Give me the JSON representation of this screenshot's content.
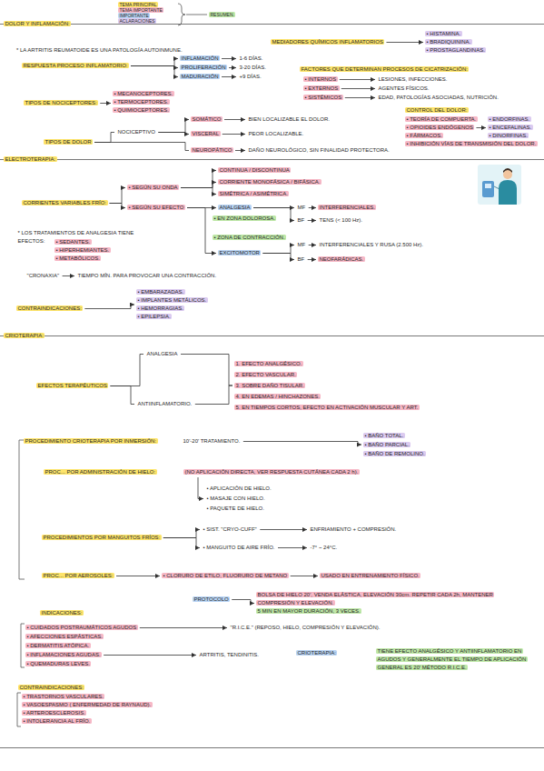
{
  "diagram": {
    "nodes": [
      {
        "text": [
          "DOLOR Y INFLAMACIÓN:"
        ]
      },
      {
        "text": [
          "MEDIADORES QUÍMICOS INFLAMATORIOS"
        ]
      },
      {
        "text": [
          "• HISTAMINA.",
          "• BRADIQUININA.",
          "• PROSTAGLANDINAS."
        ]
      },
      {
        "text": [
          "RESPUESTA PROCESO INFLAMATORIO:"
        ]
      },
      {
        "text": [
          "INFLAMACIÓN"
        ]
      },
      {
        "text": [
          "1-6 DÍAS."
        ]
      },
      {
        "text": [
          "PROLIFERACIÓN"
        ]
      },
      {
        "text": [
          "3-20 DÍAS."
        ]
      },
      {
        "text": [
          "MADURACIÓN"
        ]
      },
      {
        "text": [
          "+9 DÍAS."
        ]
      },
      {
        "text": [
          "FACTORES QUE DETERMINAN PROCESOS DE CICATRIZACIÓN:"
        ]
      },
      {
        "text": [
          "• INTERNOS"
        ]
      },
      {
        "text": [
          "LESIONES, INFECCIONES."
        ]
      },
      {
        "text": [
          "• EXTERNOS"
        ]
      },
      {
        "text": [
          "AGENTES FÍSICOS."
        ]
      },
      {
        "text": [
          "• SISTÉMICOS"
        ]
      },
      {
        "text": [
          "EDAD, PATOLOGÍAS ASOCIADAS, NUTRICIÓN."
        ]
      },
      {
        "text": [
          "TIPOS DE NOCICEPTORES:"
        ]
      },
      {
        "text": [
          "• MECANOCEPTORES.",
          "• TERMOCEPTORES.",
          "• QUIMIOCEPTORES."
        ]
      },
      {
        "text": [
          "CONTROL DEL DOLOR:"
        ]
      },
      {
        "text": [
          "• TEORÍA DE COMPUERTA."
        ]
      },
      {
        "text": [
          "• OPIOIDES ENDÓGENOS"
        ]
      },
      {
        "text": [
          "• ENDORFINAS.",
          "• ENCEFALINAS.",
          "• DINORFINAS."
        ]
      },
      {
        "text": [
          "• FÁRMACOS."
        ]
      },
      {
        "text": [
          "• INHIBICIÓN VÍAS DE TRANSMISIÓN DEL DOLOR."
        ]
      },
      {
        "text": [
          "TIPOS DE DOLOR"
        ]
      },
      {
        "text": [
          "NOCICEPTIVO"
        ]
      },
      {
        "text": [
          "SOMÁTICO"
        ]
      },
      {
        "text": [
          "BIEN LOCALIZABLE EL DOLOR."
        ]
      },
      {
        "text": [
          "VISCERAL"
        ]
      },
      {
        "text": [
          "PEOR LOCALIZABLE."
        ]
      },
      {
        "text": [
          "NEUROPÁTICO"
        ]
      },
      {
        "text": [
          "DAÑO NEUROLÓGICO, SIN FINALIDAD PROTECTORA."
        ]
      },
      {
        "text": [
          "ELECTROTERAPIA:"
        ]
      },
      {
        "text": [
          "CORRIENTES VARIABLES FRÍO:"
        ]
      },
      {
        "text": [
          "• SEGÚN SU ONDA"
        ]
      },
      {
        "text": [
          "• SEGÚN SU EFECTO"
        ]
      },
      {
        "text": [
          "CONTINUA / DISCONTINUA"
        ]
      },
      {
        "text": [
          "CORRIENTE MONOFÁSICA / BIFÁSICA."
        ]
      },
      {
        "text": [
          "SIMÉTRICA / ASIMÉTRICA."
        ]
      },
      {
        "text": [
          "ANALGESIA"
        ]
      },
      {
        "text": [
          "• EN ZONA DOLOROSA."
        ]
      },
      {
        "text": [
          "MF"
        ]
      },
      {
        "text": [
          "INTERFERENCIALES."
        ]
      },
      {
        "text": [
          "BF"
        ]
      },
      {
        "text": [
          "TENS (< 100 Hz)."
        ]
      },
      {
        "text": [
          "• ZONA DE CONTRACCIÓN."
        ]
      },
      {
        "text": [
          "EXCITOMOTOR"
        ]
      },
      {
        "text": [
          "MF"
        ]
      },
      {
        "text": [
          "INTERFERENCIALES Y RUSA (2.500 Hz)."
        ]
      },
      {
        "text": [
          "BF"
        ]
      },
      {
        "text": [
          "NEOFARÁDICAS."
        ]
      },
      {
        "text": [
          "* LOS TRATAMIENTOS DE ANALGESIA TIENE EFECTOS:"
        ]
      },
      {
        "text": [
          "• SEDANTES.",
          "• HIPERHEMIANTES.",
          "• METABÓLICOS."
        ]
      },
      {
        "text": [
          "\"CRONAXIA\""
        ]
      },
      {
        "text": [
          "TIEMPO MÍN. PARA PROVOCAR UNA CONTRACCIÓN."
        ]
      },
      {
        "text": [
          "CONTRAINDICACIONES:"
        ]
      },
      {
        "text": [
          "• EMBARAZADAS.",
          "• IMPLANTES METÁLICOS.",
          "• HEMORRAGIAS.",
          "• EPILEPSIA."
        ]
      },
      {
        "text": [
          "CRIOTERAPIA:"
        ]
      },
      {
        "text": [
          "EFECTOS TERAPÉUTICOS"
        ]
      },
      {
        "text": [
          "ANALGESIA"
        ]
      },
      {
        "text": [
          "ANTIINFLAMATORIO."
        ]
      },
      {
        "text": [
          "1. EFECTO ANALGÉSICO.",
          "2. EFECTO VASCULAR.",
          "3. SOBRE DAÑO TISULAR.",
          "4. EN EDEMAS / HINCHAZONES.",
          "5. EN TIEMPOS CORTOS, EFECTO EN ACTIVACIÓN MUSCULAR Y ART."
        ]
      },
      {
        "text": [
          "PROCEDIMIENTO CRIOTERAPIA POR INMERSIÓN:"
        ]
      },
      {
        "text": [
          "10'-20' TRATAMIENTO."
        ]
      },
      {
        "text": [
          "• BAÑO TOTAL.",
          "• BAÑO PARCIAL.",
          "• BAÑO DE REMOLINO."
        ]
      },
      {
        "text": [
          "PROC... POR ADMINISTRACIÓN DE HIELO:"
        ]
      },
      {
        "text": [
          "(NO APLICACIÓN DIRECTA, VER RESPUESTA CUTÁNEA CADA 2 h)."
        ]
      },
      {
        "text": [
          "• APLICACIÓN DE HIELO.",
          "• MASAJE CON HIELO.",
          "• PAQUETE DE HIELO."
        ]
      },
      {
        "text": [
          "PROCEDIMIENTOS POR MANGUITOS FRÍOS:"
        ]
      },
      {
        "text": [
          "• SIST. \"CRYO-CUFF\""
        ]
      },
      {
        "text": [
          "ENFRIAMIENTO + COMPRESIÓN."
        ]
      },
      {
        "text": [
          "• MANGUITO DE AIRE FRÍO."
        ]
      },
      {
        "text": [
          "-7° ~ 24°C."
        ]
      },
      {
        "text": [
          "PROC... POR AEROSOLES:"
        ]
      },
      {
        "text": [
          "• CLORURO DE ETILO, FLUORURO DE METANO"
        ]
      },
      {
        "text": [
          "USADO EN ENTRENAMIENTO FÍSICO."
        ]
      },
      {
        "text": [
          "PROTOCOLO"
        ]
      },
      {
        "text": [
          "BOLSA DE HIELO 20', VENDA ELÁSTICA, ELEVACIÓN 30cm. REPETIR CADA 2h, MANTENER COMPRESIÓN Y ELEVACIÓN.",
          "5 MIN EN MAYOR DURACIÓN, 3 VECES."
        ]
      },
      {
        "text": [
          "INDICACIONES:"
        ]
      },
      {
        "text": [
          "• CUIDADOS POSTRAUMÁTICOS AGUDOS"
        ]
      },
      {
        "text": [
          "\"R.I.C.E.\" (REPOSO, HIELO, COMPRESIÓN Y ELEVACIÓN)."
        ]
      },
      {
        "text": [
          "• AFECCIONES ESPÁSTICAS."
        ]
      },
      {
        "text": [
          "• DERMATITIS ATÓPICA."
        ]
      },
      {
        "text": [
          "• INFLAMACIONES AGUDAS."
        ]
      },
      {
        "text": [
          "ARTRITIS, TENDINITIS."
        ]
      },
      {
        "text": [
          "• QUEMADURAS LEVES."
        ]
      },
      {
        "text": [
          "CRIOTERAPIA:"
        ]
      },
      {
        "text": [
          "TIENE EFECTO ANALGÉSICO Y ANTIINFLAMATORIO EN AGUDOS Y GENERALMENTE EL TIEMPO DE APLICACIÓN GENERAL ES 20' MÉTODO R.I.C.E."
        ]
      },
      {
        "text": [
          "CONTRAINDICACIONES:"
        ]
      },
      {
        "text": [
          "• TRASTORNOS VASCULARES.",
          "• VASOESPASMO ( ENFERMEDAD DE RAYNAUD).",
          "• ARTEROESCLEROSIS.",
          "• INTOLERANCIA AL FRÍO."
        ]
      }
    ],
    "edges": [
      {
        "from": 1,
        "to": 2,
        "arrow": "to"
      },
      {
        "from": 3,
        "to": 4,
        "arrow": "to"
      },
      {
        "from": 3,
        "to": 6,
        "arrow": "to"
      },
      {
        "from": 3,
        "to": 8,
        "arrow": "to"
      },
      {
        "from": 4,
        "to": 5,
        "arrow": "to"
      },
      {
        "from": 6,
        "to": 7,
        "arrow": "to"
      },
      {
        "from": 8,
        "to": 9,
        "arrow": "to"
      },
      {
        "from": 11,
        "to": 12,
        "arrow": "to"
      },
      {
        "from": 13,
        "to": 14,
        "arrow": "to"
      },
      {
        "from": 15,
        "to": 16,
        "arrow": "to"
      },
      {
        "from": 17,
        "to": 18,
        "arrow": "to"
      },
      {
        "from": 21,
        "to": 22,
        "arrow": "to"
      },
      {
        "from": 25,
        "to": 26,
        "arrow": "none"
      },
      {
        "from": 25,
        "to": 31,
        "arrow": "none"
      },
      {
        "from": 26,
        "to": 27,
        "arrow": "to"
      },
      {
        "from": 26,
        "to": 29,
        "arrow": "to"
      },
      {
        "from": 27,
        "to": 28,
        "arrow": "to"
      },
      {
        "from": 29,
        "to": 30,
        "arrow": "to"
      },
      {
        "from": 31,
        "to": 32,
        "arrow": "to"
      },
      {
        "from": 34,
        "to": 35,
        "arrow": "to"
      },
      {
        "from": 34,
        "to": 36,
        "arrow": "to"
      },
      {
        "from": 35,
        "to": 37,
        "arrow": "to"
      },
      {
        "from": 35,
        "to": 38,
        "arrow": "to"
      },
      {
        "from": 35,
        "to": 39,
        "arrow": "to"
      },
      {
        "from": 36,
        "to": 40,
        "arrow": "to"
      },
      {
        "from": 36,
        "to": 47,
        "arrow": "to"
      },
      {
        "from": 40,
        "to": 42,
        "arrow": "to"
      },
      {
        "from": 40,
        "to": 44,
        "arrow": "to"
      },
      {
        "from": 42,
        "to": 43,
        "arrow": "to"
      },
      {
        "from": 44,
        "to": 45,
        "arrow": "to"
      },
      {
        "from": 47,
        "to": 48,
        "arrow": "to"
      },
      {
        "from": 47,
        "to": 50,
        "arrow": "to"
      },
      {
        "from": 48,
        "to": 49,
        "arrow": "to"
      },
      {
        "from": 50,
        "to": 51,
        "arrow": "to"
      },
      {
        "from": 54,
        "to": 55,
        "arrow": "to"
      },
      {
        "from": 56,
        "to": 57,
        "arrow": "to"
      },
      {
        "from": 59,
        "to": 60,
        "arrow": "none"
      },
      {
        "from": 59,
        "to": 61,
        "arrow": "none"
      },
      {
        "from": 60,
        "to": 62,
        "arrow": "none"
      },
      {
        "from": 61,
        "to": 62,
        "arrow": "none"
      },
      {
        "from": 64,
        "to": 65,
        "arrow": "to"
      },
      {
        "from": 67,
        "to": 68,
        "arrow": "to"
      },
      {
        "from": 69,
        "to": 70,
        "arrow": "to"
      },
      {
        "from": 69,
        "to": 72,
        "arrow": "to"
      },
      {
        "from": 70,
        "to": 71,
        "arrow": "to"
      },
      {
        "from": 72,
        "to": 73,
        "arrow": "to"
      },
      {
        "from": 74,
        "to": 75,
        "arrow": "to"
      },
      {
        "from": 75,
        "to": 76,
        "arrow": "to"
      },
      {
        "from": 77,
        "to": 78,
        "arrow": "to"
      },
      {
        "from": 80,
        "to": 81,
        "arrow": "to"
      },
      {
        "from": 84,
        "to": 85,
        "arrow": "to"
      }
    ],
    "labels": [
      "* LA ARTRITIS REUMATOIDE ES UNA PATOLOGÍA AUTOINMUNE."
    ],
    "legend": [
      {
        "text": "TEMA PRINCIPAL",
        "color": "#fde46b"
      },
      {
        "text": "TEMA IMPORTANTE",
        "color": "#f7b8c6"
      },
      {
        "text": "IMPORTANTE",
        "color": "#b9d4f4"
      },
      {
        "text": "ACLARACIONES",
        "color": "#dccbf0"
      },
      {
        "text": "RESUMEN.",
        "color": "#bfe8a8"
      }
    ]
  }
}
